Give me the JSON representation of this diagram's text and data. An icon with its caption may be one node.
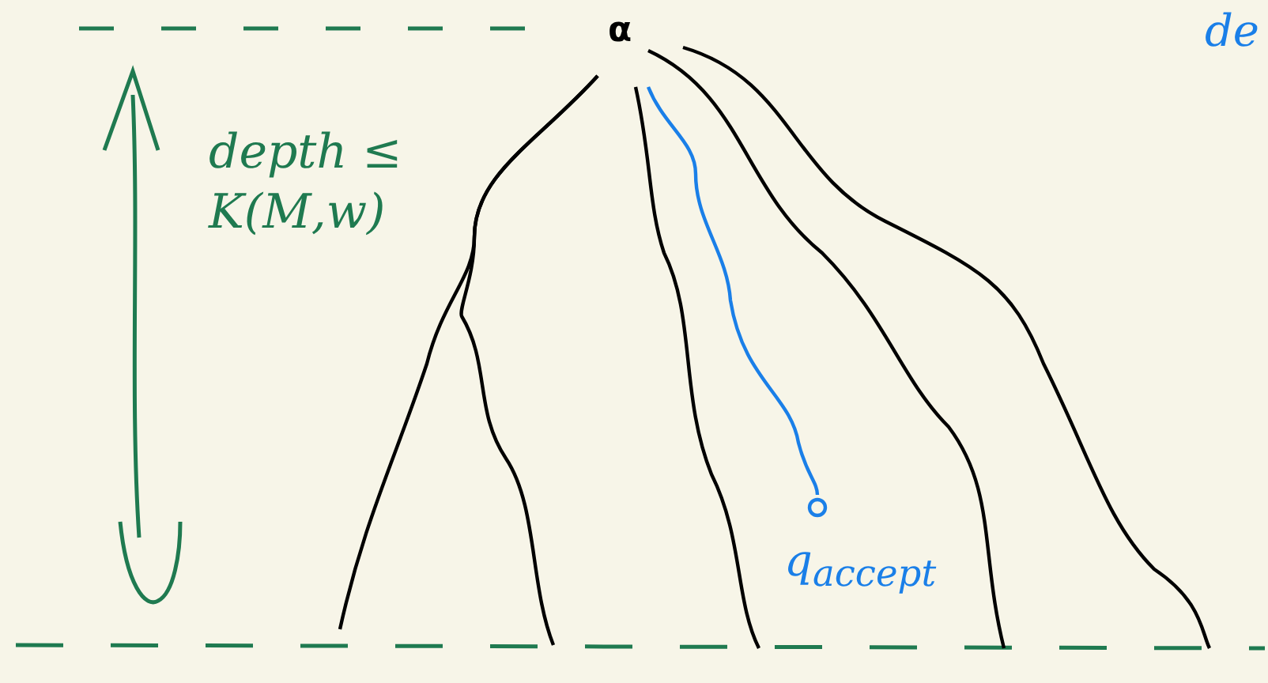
{
  "diagram": {
    "nodes": [
      {
        "text": [
          "α"
        ]
      },
      {
        "text": [],
        "shape": "circle",
        "beside": [
          "q$_{accept}$"
        ]
      }
    ],
    "edges": [
      {
        "from": 0,
        "to": null,
        "arrow": "none"
      },
      {
        "from": 0,
        "to": null,
        "arrow": "none"
      },
      {
        "from": 0,
        "to": null,
        "arrow": "none"
      },
      {
        "from": 0,
        "to": 1,
        "arrow": "none",
        "color": "#1a7fe8"
      },
      {
        "from": 0,
        "to": null,
        "arrow": "none"
      },
      {
        "from": 0,
        "to": null,
        "arrow": "none"
      }
    ],
    "labels": [
      "depth ≤ K(M,w)",
      "de"
    ]
  }
}
